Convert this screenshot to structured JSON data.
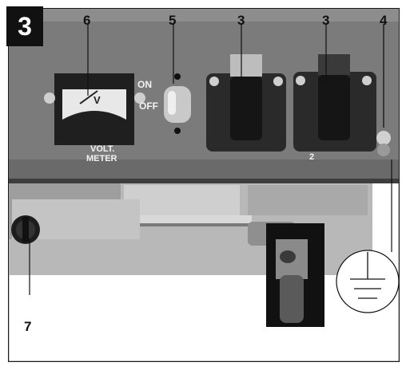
{
  "figure_number": "3",
  "callouts": {
    "meter": "6",
    "lamp": "5",
    "socket_left": "3",
    "socket_right": "3",
    "ground_terminal": "4",
    "fuel_cap": "7"
  },
  "panel_text": {
    "on": "ON",
    "off": "OFF",
    "volt": "VOLT.",
    "meter": "METER",
    "meter_unit": "V",
    "socket_rating": "2"
  },
  "colors": {
    "panel": "#7d7d7d",
    "socket": "#2a2a2a",
    "badge": "#111111",
    "frame": "#1a1a1a"
  }
}
